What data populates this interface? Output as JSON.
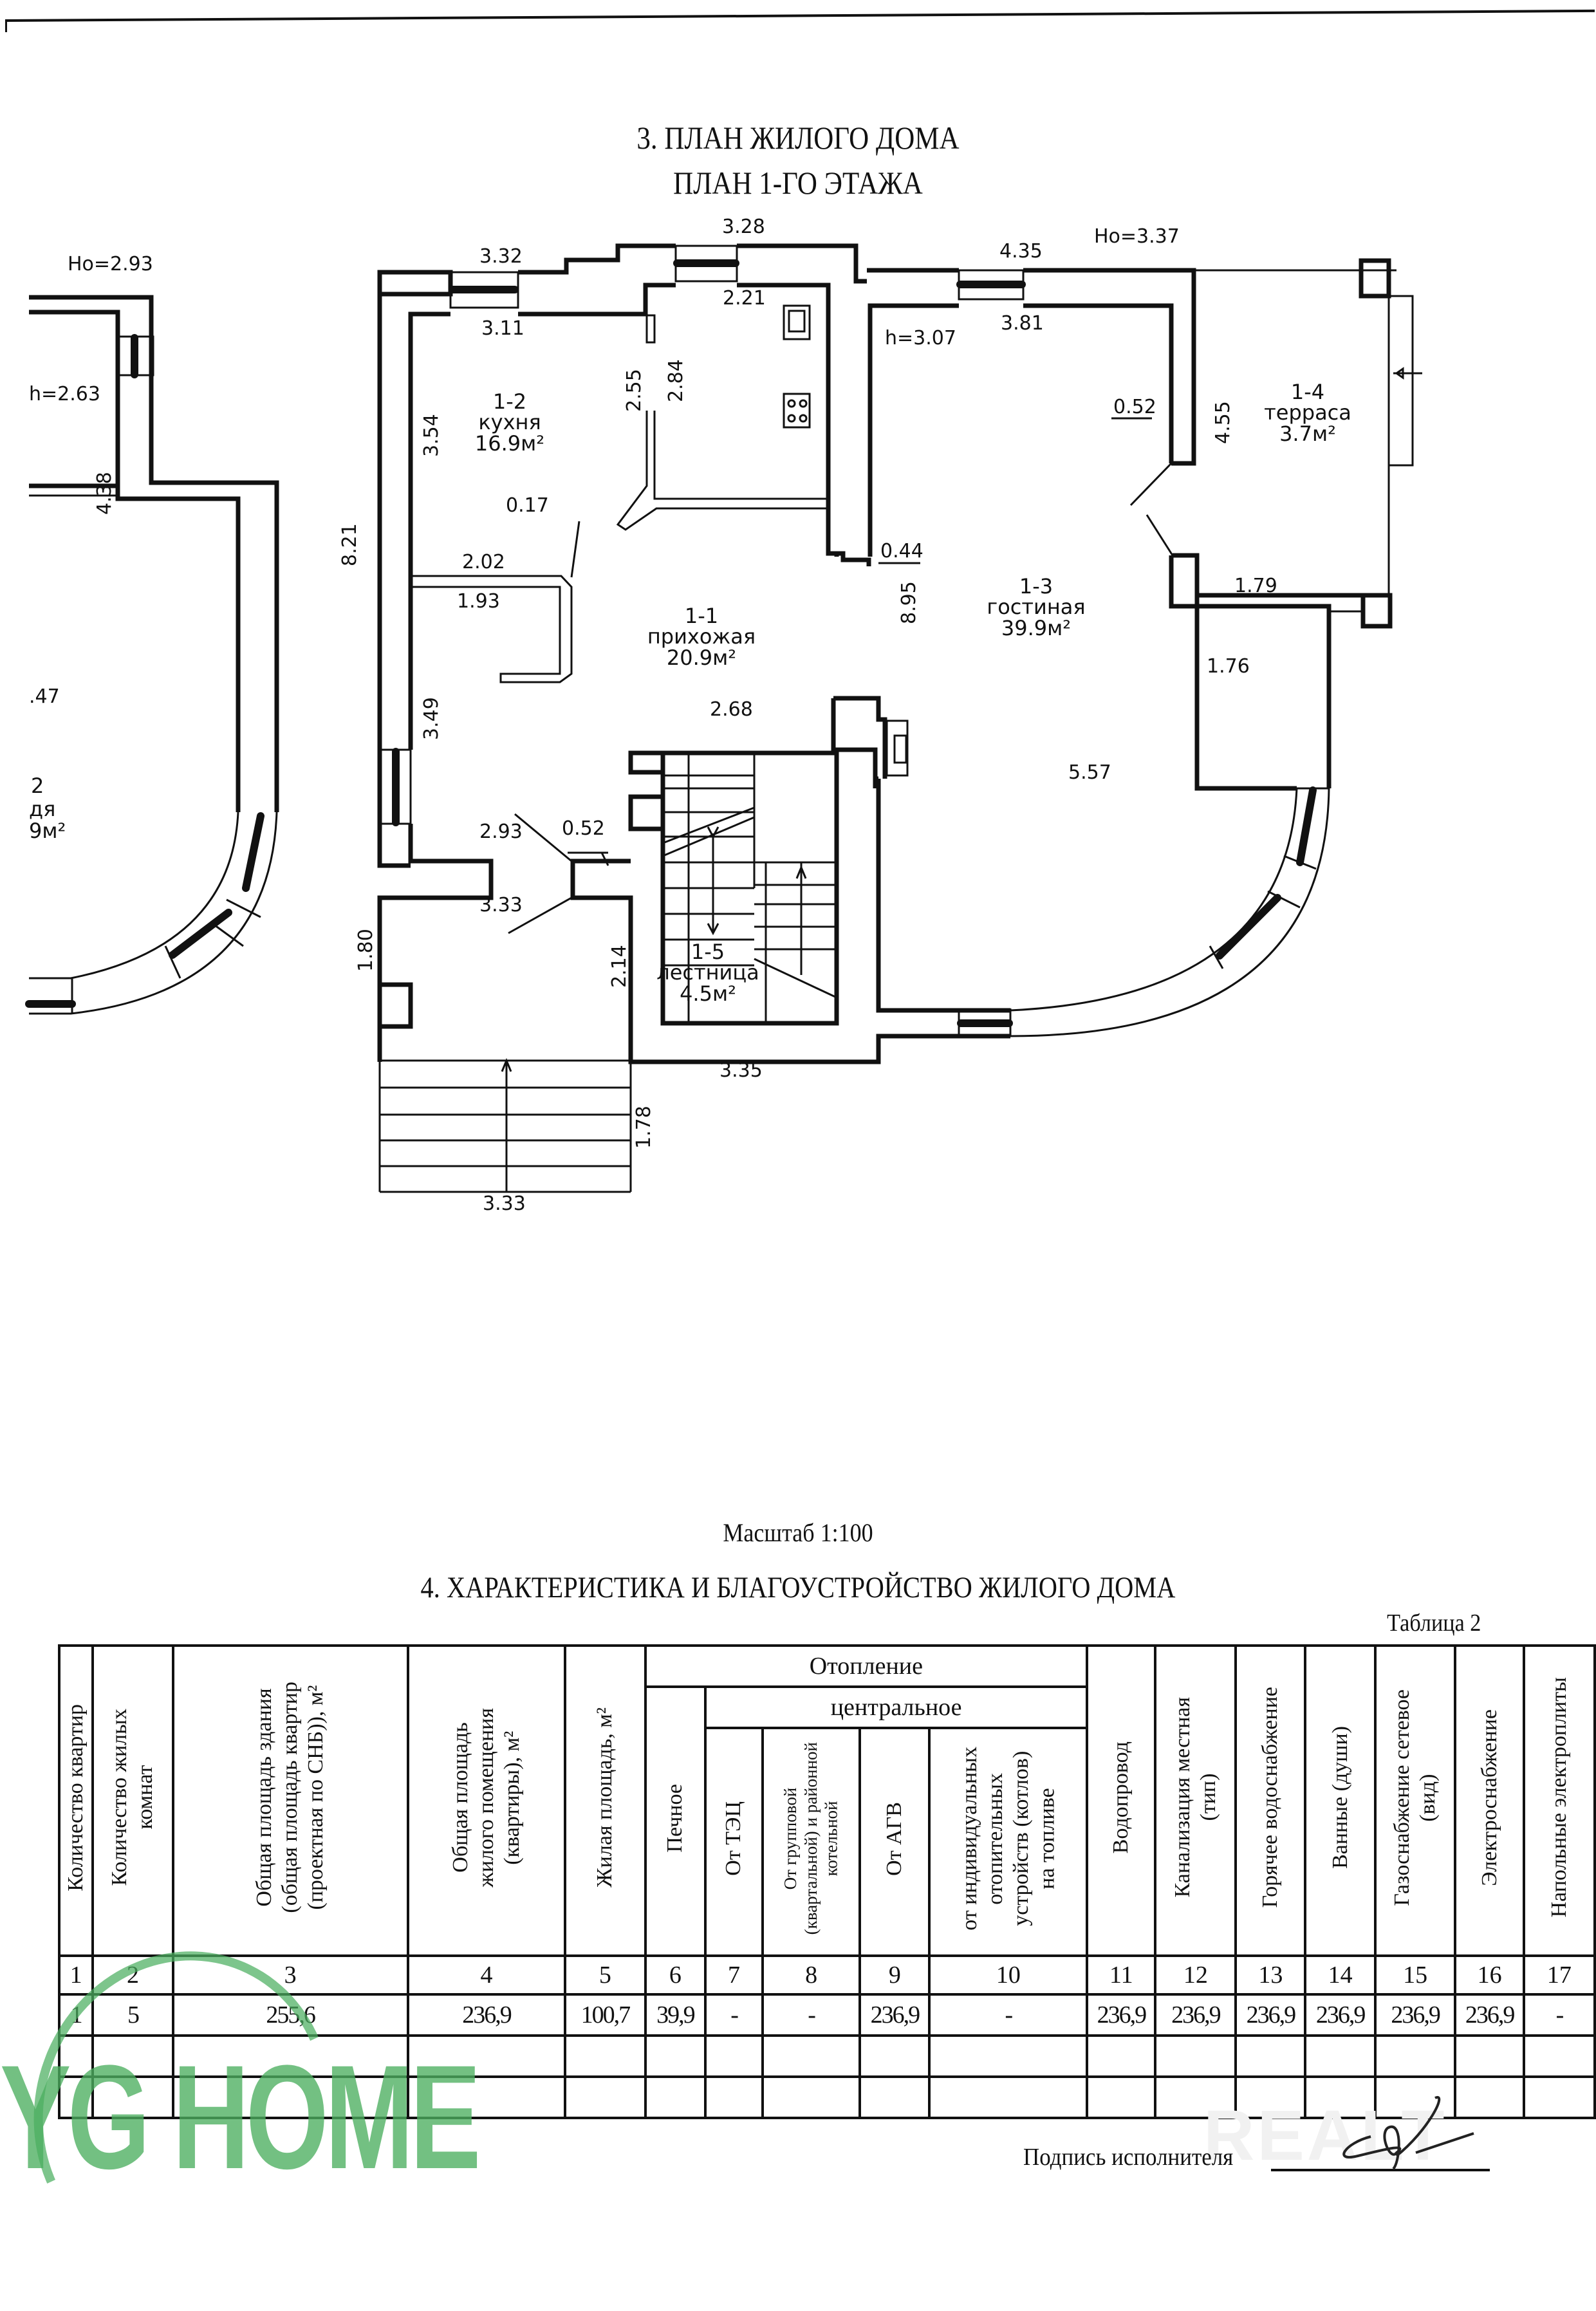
{
  "document": {
    "section3_title": "3. ПЛАН ЖИЛОГО ДОМА",
    "floor_title": "ПЛАН 1-ГО ЭТАЖА",
    "scale": "Масштаб  1:100",
    "section4_title": "4. ХАРАКТЕРИСТИКА И БЛАГОУСТРОЙСТВО ЖИЛОГО ДОМА",
    "table_label": "Таблица 2",
    "signature_label": "Подпись исполнителя"
  },
  "plan": {
    "heights": {
      "left_building_outer": "Ho=2.93",
      "left_building_inner": "h=2.63",
      "main_outer": "Ho=3.37",
      "living_inner": "h=3.07"
    },
    "rooms": [
      {
        "id": "1-1",
        "name": "прихожая",
        "area": "20.9м²"
      },
      {
        "id": "1-2",
        "name": "кухня",
        "area": "16.9м²"
      },
      {
        "id": "1-3",
        "name": "гостиная",
        "area": "39.9м²"
      },
      {
        "id": "1-4",
        "name": "терраса",
        "area": "3.7м²"
      },
      {
        "id": "1-5",
        "name": "лестница",
        "area": "4.5м²"
      }
    ],
    "left_partial": {
      "room_id_fragment": "2",
      "room_name_fragment": "дя",
      "area_fragment": "9м²",
      "dim_fragment": ".47",
      "dim_vertical": "4.38"
    },
    "dimensions": {
      "d_3_32": "3.32",
      "d_3_28": "3.28",
      "d_3_11": "3.11",
      "d_2_21": "2.21",
      "d_4_35": "4.35",
      "d_3_81": "3.81",
      "d_2_55": "2.55",
      "d_2_84": "2.84",
      "d_3_54": "3.54",
      "d_8_21": "8.21",
      "d_0_17": "0.17",
      "d_2_02": "2.02",
      "d_1_93": "1.93",
      "d_0_52a": "0.52",
      "d_0_52b": "0.52",
      "d_4_55": "4.55",
      "d_0_44": "0.44",
      "d_8_95": "8.95",
      "d_1_79": "1.79",
      "d_1_76": "1.76",
      "d_3_49": "3.49",
      "d_2_68": "2.68",
      "d_5_57": "5.57",
      "d_2_93": "2.93",
      "d_3_33a": "3.33",
      "d_1_80": "1.80",
      "d_2_14": "2.14",
      "d_3_35": "3.35",
      "d_1_78": "1.78",
      "d_3_33b": "3.33"
    }
  },
  "table": {
    "heating_group": "Отопление",
    "central_group": "центральное",
    "headers": [
      "Количество квартир",
      "Количество жилых\nкомнат",
      "Общая площадь здания\n(общая площадь квартир\n(проектная по СНБ)), м²",
      "Общая площадь\nжилого помещения\n(квартиры), м²",
      "Жилая площадь, м²",
      "Печное",
      "От ТЭЦ",
      "От групповой\n(квартальной) и районной\nкотельной",
      "От АГВ",
      "от индивидуальных\nотопительных\nустройств (котлов)\nна  топливе",
      "Водопровод",
      "Канализация местная\n(тип)",
      "Горячее водоснабжение",
      "Ванные (души)",
      "Газоснабжение  сетевое\n(вид)",
      "Электроснабжение",
      "Напольные электроплиты"
    ],
    "column_numbers": [
      "1",
      "2",
      "3",
      "4",
      "5",
      "6",
      "7",
      "8",
      "9",
      "10",
      "11",
      "12",
      "13",
      "14",
      "15",
      "16",
      "17"
    ],
    "rows": [
      [
        "1",
        "5",
        "255,6",
        "236,9",
        "100,7",
        "39,9",
        "-",
        "-",
        "236,9",
        "-",
        "236,9",
        "236,9",
        "236,9",
        "236,9",
        "236,9",
        "236,9",
        "-"
      ]
    ]
  },
  "watermarks": {
    "agency": "YG HOME",
    "portal": "REALT"
  }
}
